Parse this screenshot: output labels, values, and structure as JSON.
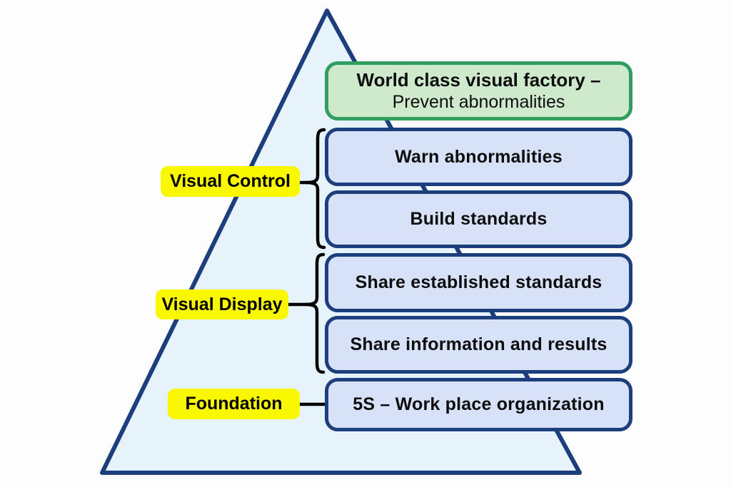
{
  "diagram": {
    "top_box": {
      "line1": "World class visual factory –",
      "line2": "Prevent abnormalities"
    },
    "groups": [
      {
        "label": "Visual Control",
        "items": [
          "Warn abnormalities",
          "Build standards"
        ]
      },
      {
        "label": "Visual Display",
        "items": [
          "Share established standards",
          "Share information and results"
        ]
      },
      {
        "label": "Foundation",
        "items": [
          "5S – Work place organization"
        ]
      }
    ],
    "colors": {
      "triangle_fill": "#e6f3fb",
      "triangle_border": "#1d3e7d",
      "level_box_fill": "#d7e1f8",
      "level_box_border": "#1d3e7d",
      "top_box_fill": "#cfe9cd",
      "top_box_border": "#2f9e5f",
      "label_fill": "#f9f800",
      "connector_color": "#000000",
      "text_color": "#0d0d0d"
    }
  }
}
